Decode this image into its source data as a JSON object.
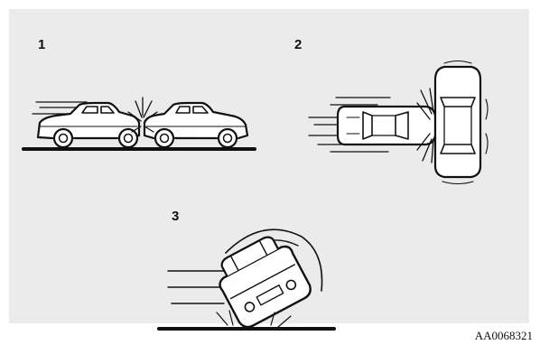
{
  "figure": {
    "labels": [
      "1",
      "2",
      "3"
    ],
    "reference_code": "AA0068321",
    "icons": [
      "rear-end-collision-illustration",
      "side-impact-collision-illustration",
      "rollover-illustration"
    ]
  }
}
